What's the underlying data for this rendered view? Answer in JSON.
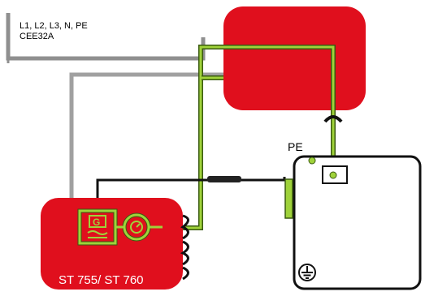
{
  "supply": {
    "line1": "L1, L2, L3, N, PE",
    "line2": "CEE32A"
  },
  "pe_label": "PE",
  "instrument_label": "ST 755/ ST 760",
  "colors": {
    "red_box": "#e00f1d",
    "green_wire": "#9fd23a",
    "gray_cable": "#9a9a9a",
    "black_wire": "#111111",
    "device_fill": "#ffffff",
    "text_dark": "#000000",
    "text_light": "#ffffff"
  },
  "icons": [
    "generator-icon",
    "current-source-icon",
    "ground-icon",
    "coil-icon",
    "clamp-icon"
  ]
}
